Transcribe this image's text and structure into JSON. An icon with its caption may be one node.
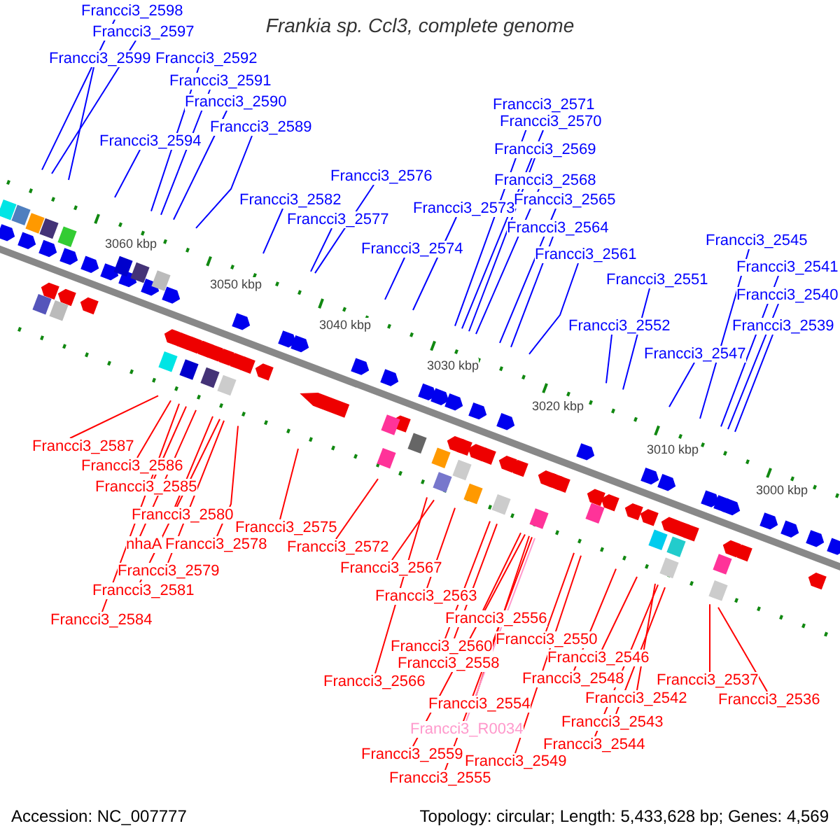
{
  "diagram": {
    "title": "Frankia sp. Ccl3, complete genome",
    "nodes": [
      {
        "text": [
          "Francci3_2598"
        ]
      },
      {
        "text": [
          "Francci3_2597"
        ]
      },
      {
        "text": [
          "Francci3_2599"
        ]
      },
      {
        "text": [
          "Francci3_2592"
        ]
      },
      {
        "text": [
          "Francci3_2591"
        ]
      },
      {
        "text": [
          "Francci3_2590"
        ]
      },
      {
        "text": [
          "Francci3_2589"
        ]
      },
      {
        "text": [
          "Francci3_2594"
        ]
      },
      {
        "text": [
          "Francci3_2576"
        ]
      },
      {
        "text": [
          "Francci3_2582"
        ]
      },
      {
        "text": [
          "Francci3_2577"
        ]
      },
      {
        "text": [
          "Francci3_2574"
        ]
      },
      {
        "text": [
          "Francci3_2573"
        ]
      },
      {
        "text": [
          "Francci3_2571"
        ]
      },
      {
        "text": [
          "Francci3_2570"
        ]
      },
      {
        "text": [
          "Francci3_2569"
        ]
      },
      {
        "text": [
          "Francci3_2568"
        ]
      },
      {
        "text": [
          "Francci3_2565"
        ]
      },
      {
        "text": [
          "Francci3_2564"
        ]
      },
      {
        "text": [
          "Francci3_2561"
        ]
      },
      {
        "text": [
          "Francci3_2551"
        ]
      },
      {
        "text": [
          "Francci3_2552"
        ]
      },
      {
        "text": [
          "Francci3_2547"
        ]
      },
      {
        "text": [
          "Francci3_2545"
        ]
      },
      {
        "text": [
          "Francci3_2541"
        ]
      },
      {
        "text": [
          "Francci3_2540"
        ]
      },
      {
        "text": [
          "Francci3_2539"
        ]
      },
      {
        "text": [
          "Francci3_2587"
        ]
      },
      {
        "text": [
          "Francci3_2586"
        ]
      },
      {
        "text": [
          "Francci3_2585"
        ]
      },
      {
        "text": [
          "Francci3_2580"
        ]
      },
      {
        "text": [
          "nhaA"
        ]
      },
      {
        "text": [
          "Francci3_2578"
        ]
      },
      {
        "text": [
          "Francci3_2579"
        ]
      },
      {
        "text": [
          "Francci3_2581"
        ]
      },
      {
        "text": [
          "Francci3_2584"
        ]
      },
      {
        "text": [
          "Francci3_2575"
        ]
      },
      {
        "text": [
          "Francci3_2572"
        ]
      },
      {
        "text": [
          "Francci3_2567"
        ]
      },
      {
        "text": [
          "Francci3_2563"
        ]
      },
      {
        "text": [
          "Francci3_2566"
        ]
      },
      {
        "text": [
          "Francci3_2556"
        ]
      },
      {
        "text": [
          "Francci3_2560"
        ]
      },
      {
        "text": [
          "Francci3_2558"
        ]
      },
      {
        "text": [
          "Francci3_2550"
        ]
      },
      {
        "text": [
          "Francci3_2546"
        ]
      },
      {
        "text": [
          "Francci3_2548"
        ]
      },
      {
        "text": [
          "Francci3_2554"
        ]
      },
      {
        "text": [
          "Francci3_R0034"
        ]
      },
      {
        "text": [
          "Francci3_2542"
        ]
      },
      {
        "text": [
          "Francci3_2537"
        ]
      },
      {
        "text": [
          "Francci3_2536"
        ]
      },
      {
        "text": [
          "Francci3_2543"
        ]
      },
      {
        "text": [
          "Francci3_2559"
        ]
      },
      {
        "text": [
          "Francci3_2549"
        ]
      },
      {
        "text": [
          "Francci3_2544"
        ]
      },
      {
        "text": [
          "Francci3_2555"
        ]
      }
    ],
    "edges": [
      {
        "from": 0,
        "to": null,
        "arrow": "none",
        "color": "#0000ff"
      },
      {
        "from": 1,
        "to": null,
        "arrow": "none",
        "color": "#0000ff"
      },
      {
        "from": 2,
        "to": null,
        "arrow": "none",
        "color": "#0000ff"
      },
      {
        "from": 3,
        "to": null,
        "arrow": "none",
        "color": "#0000ff"
      },
      {
        "from": 4,
        "to": null,
        "arrow": "none",
        "color": "#0000ff"
      },
      {
        "from": 5,
        "to": null,
        "arrow": "none",
        "color": "#0000ff"
      },
      {
        "from": 6,
        "to": null,
        "arrow": "none",
        "color": "#0000ff"
      },
      {
        "from": 7,
        "to": null,
        "arrow": "none",
        "color": "#0000ff"
      },
      {
        "from": 8,
        "to": null,
        "arrow": "none",
        "color": "#0000ff"
      },
      {
        "from": 9,
        "to": null,
        "arrow": "none",
        "color": "#0000ff"
      },
      {
        "from": 10,
        "to": null,
        "arrow": "none",
        "color": "#0000ff"
      },
      {
        "from": 11,
        "to": null,
        "arrow": "none",
        "color": "#0000ff"
      },
      {
        "from": 12,
        "to": null,
        "arrow": "none",
        "color": "#0000ff"
      },
      {
        "from": 13,
        "to": null,
        "arrow": "none",
        "color": "#0000ff"
      },
      {
        "from": 14,
        "to": null,
        "arrow": "none",
        "color": "#0000ff"
      },
      {
        "from": 15,
        "to": null,
        "arrow": "none",
        "color": "#0000ff"
      },
      {
        "from": 16,
        "to": null,
        "arrow": "none",
        "color": "#0000ff"
      },
      {
        "from": 17,
        "to": null,
        "arrow": "none",
        "color": "#0000ff"
      },
      {
        "from": 18,
        "to": null,
        "arrow": "none",
        "color": "#0000ff"
      },
      {
        "from": 19,
        "to": null,
        "arrow": "none",
        "color": "#0000ff"
      },
      {
        "from": 20,
        "to": null,
        "arrow": "none",
        "color": "#0000ff"
      },
      {
        "from": 21,
        "to": null,
        "arrow": "none",
        "color": "#0000ff"
      },
      {
        "from": 22,
        "to": null,
        "arrow": "none",
        "color": "#0000ff"
      },
      {
        "from": 23,
        "to": null,
        "arrow": "none",
        "color": "#0000ff"
      },
      {
        "from": 24,
        "to": null,
        "arrow": "none",
        "color": "#0000ff"
      },
      {
        "from": 25,
        "to": null,
        "arrow": "none",
        "color": "#0000ff"
      },
      {
        "from": 26,
        "to": null,
        "arrow": "none",
        "color": "#0000ff"
      },
      {
        "from": 27,
        "to": null,
        "arrow": "none"
      },
      {
        "from": 28,
        "to": null,
        "arrow": "none"
      },
      {
        "from": 29,
        "to": null,
        "arrow": "none"
      },
      {
        "from": 30,
        "to": null,
        "arrow": "none"
      },
      {
        "from": 31,
        "to": null,
        "arrow": "none"
      },
      {
        "from": 32,
        "to": null,
        "arrow": "none"
      },
      {
        "from": 33,
        "to": null,
        "arrow": "none"
      },
      {
        "from": 34,
        "to": null,
        "arrow": "none"
      },
      {
        "from": 35,
        "to": null,
        "arrow": "none"
      },
      {
        "from": 36,
        "to": null,
        "arrow": "none"
      },
      {
        "from": 37,
        "to": null,
        "arrow": "none"
      },
      {
        "from": 38,
        "to": null,
        "arrow": "none"
      },
      {
        "from": 39,
        "to": null,
        "arrow": "none"
      },
      {
        "from": 40,
        "to": null,
        "arrow": "none"
      },
      {
        "from": 41,
        "to": null,
        "arrow": "none"
      },
      {
        "from": 42,
        "to": null,
        "arrow": "none"
      },
      {
        "from": 43,
        "to": null,
        "arrow": "none"
      },
      {
        "from": 44,
        "to": null,
        "arrow": "none"
      },
      {
        "from": 45,
        "to": null,
        "arrow": "none"
      },
      {
        "from": 46,
        "to": null,
        "arrow": "none"
      },
      {
        "from": 47,
        "to": null,
        "arrow": "none"
      },
      {
        "from": 48,
        "to": null,
        "arrow": "none",
        "color": "#ff99cc"
      },
      {
        "from": 49,
        "to": null,
        "arrow": "none"
      },
      {
        "from": 50,
        "to": null,
        "arrow": "none"
      },
      {
        "from": 51,
        "to": null,
        "arrow": "none"
      },
      {
        "from": 52,
        "to": null,
        "arrow": "none"
      },
      {
        "from": 53,
        "to": null,
        "arrow": "none"
      },
      {
        "from": 54,
        "to": null,
        "arrow": "none"
      },
      {
        "from": 55,
        "to": null,
        "arrow": "none"
      },
      {
        "from": 56,
        "to": null,
        "arrow": "none"
      }
    ],
    "labels": [
      "3060 kbp",
      "3050 kbp",
      "3040 kbp",
      "3030 kbp",
      "3020 kbp",
      "3010 kbp",
      "3000 kbp",
      "Accession: NC_007777",
      "Topology: circular; Length: 5,433,628 bp; Genes: 4,569"
    ]
  }
}
